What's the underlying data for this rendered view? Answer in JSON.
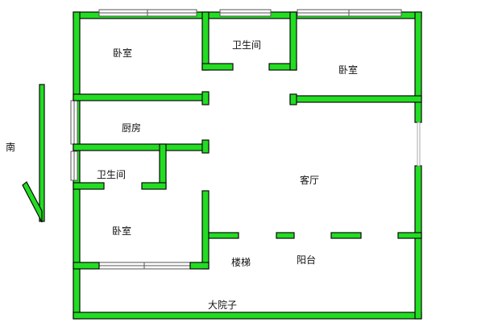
{
  "rooms": {
    "bedroom_top_left": "卧室",
    "bathroom_top": "卫生间",
    "bedroom_top_right": "卧室",
    "kitchen": "厨房",
    "bathroom_left": "卫生间",
    "living_room": "客厅",
    "bedroom_bottom_left": "卧室",
    "stairs": "楼梯",
    "balcony": "阳台",
    "courtyard": "大院子"
  },
  "compass": {
    "direction": "南"
  },
  "colors": {
    "wall": "#22dd22",
    "outline": "#0a0a0a",
    "background": "#ffffff"
  }
}
